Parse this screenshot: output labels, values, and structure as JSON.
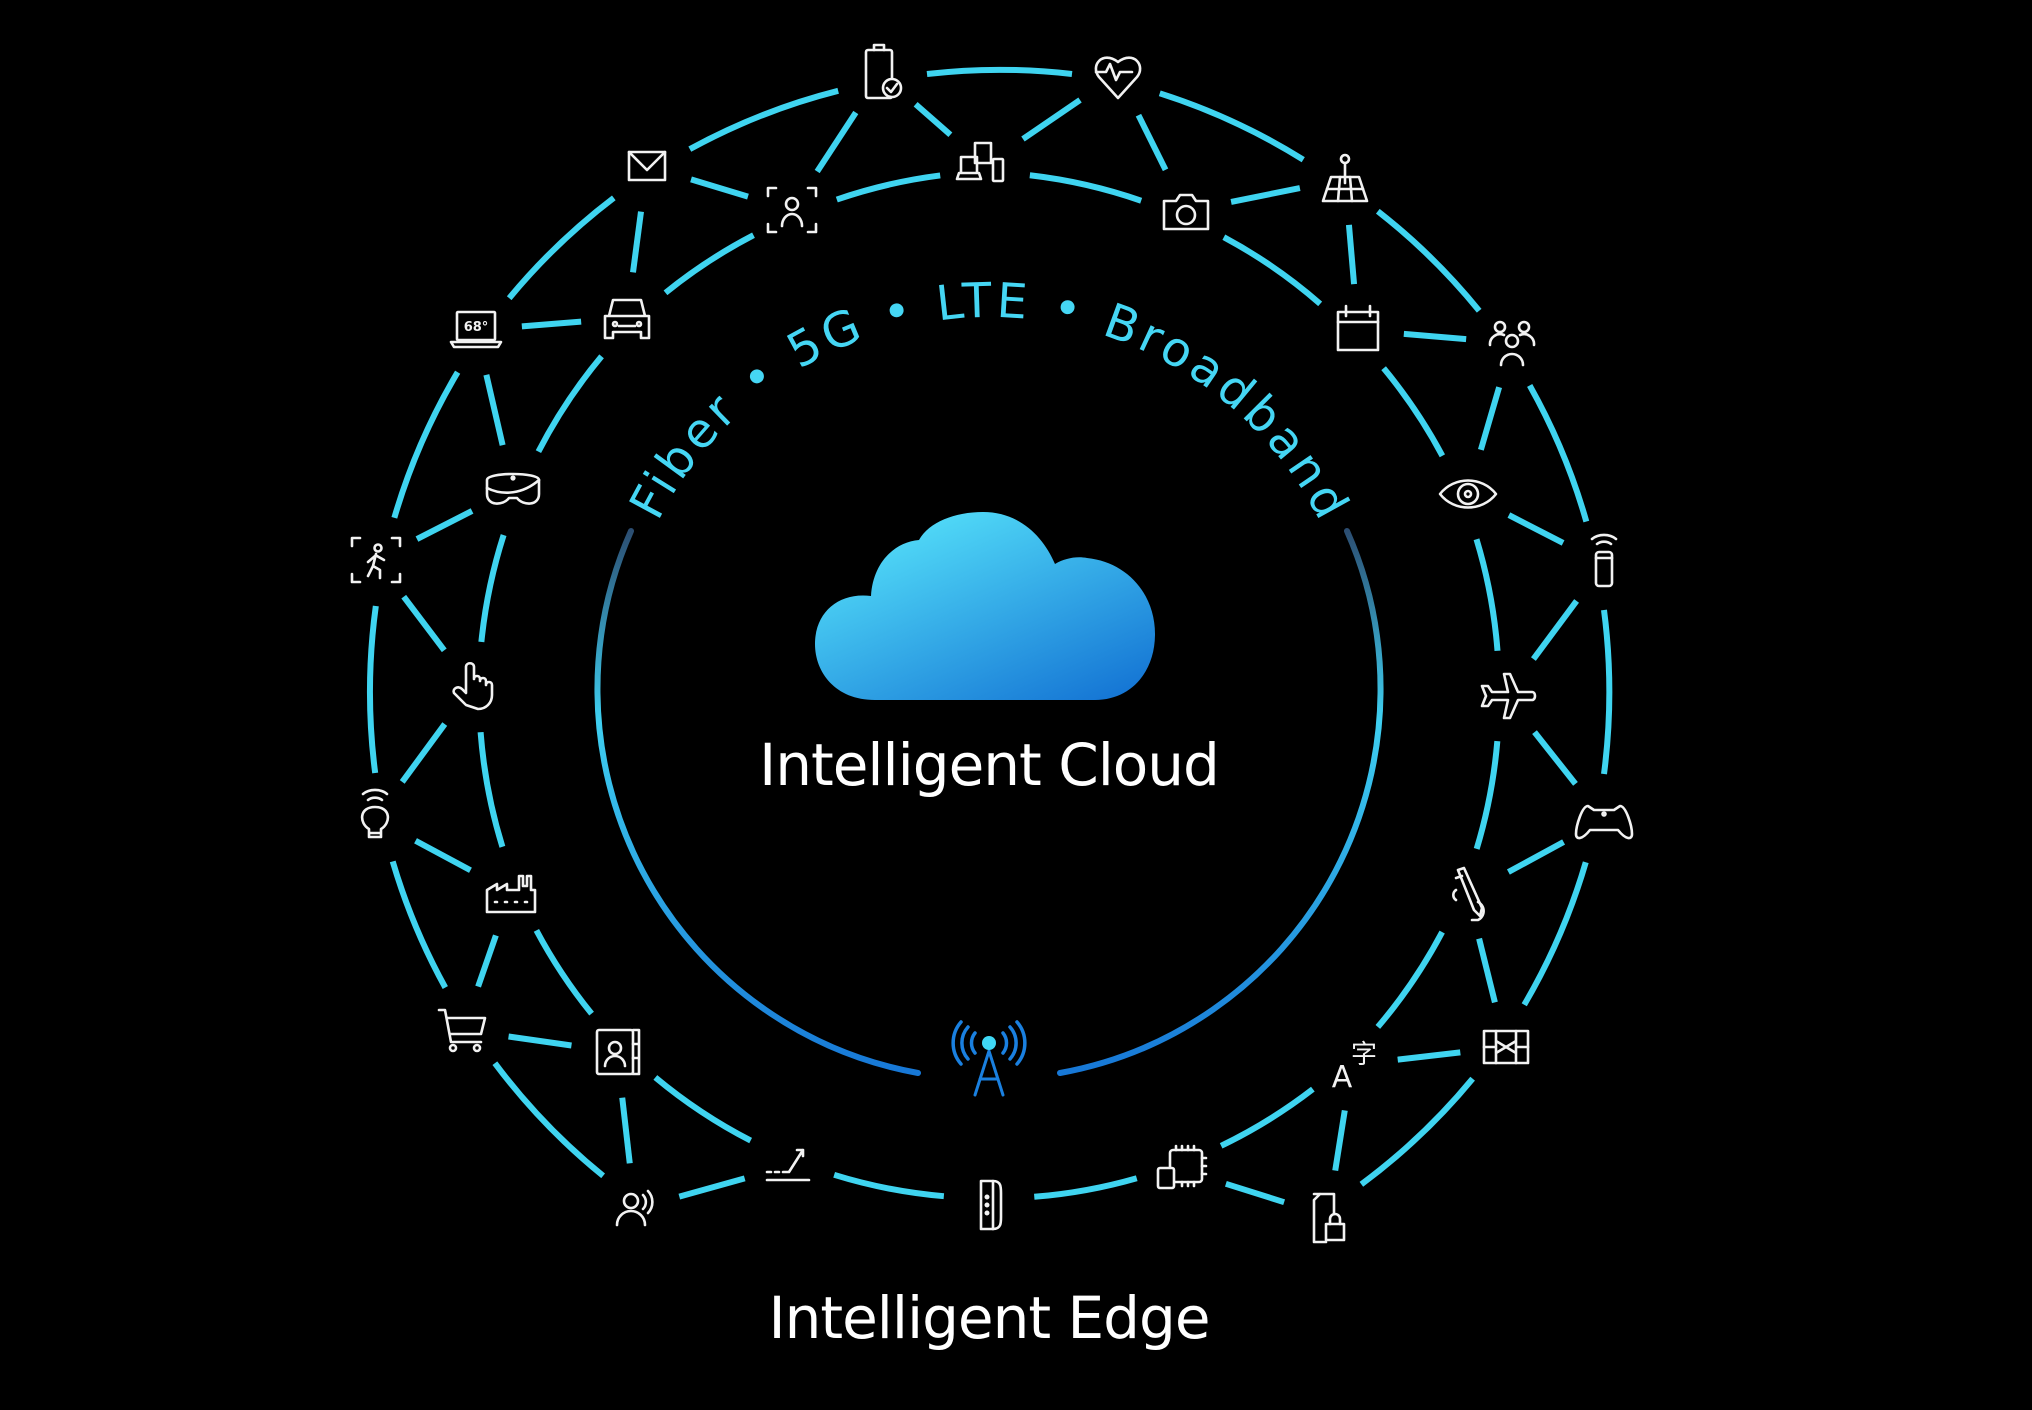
{
  "center": {
    "title": "Intelligent Cloud",
    "icon": "cloud-icon",
    "connectivity": [
      "Fiber",
      "5G",
      "LTE",
      "Broadband"
    ],
    "separator": "•"
  },
  "edge_title": "Intelligent Edge",
  "hub": {
    "icon": "cell-tower-icon"
  },
  "colors": {
    "background": "#000000",
    "link": "#3fd4f0",
    "connectivity_text": "#45d6f4",
    "cloud_light": "#52dcf8",
    "cloud_dark": "#1474d4",
    "tower": "#1a80e0",
    "icon": "#f2f2f2"
  },
  "laptop_temp_label": "68°",
  "translate_glyphs": {
    "latin": "A",
    "cjk": "字"
  },
  "nodes": {
    "outer": [
      "clipboard-check",
      "heart-pulse",
      "mail",
      "map-location",
      "laptop-weather",
      "people-group",
      "motion-detect",
      "smart-speaker",
      "smart-bulb",
      "game-controller",
      "shopping-cart",
      "folding-map",
      "voice-recognition",
      "secure-file"
    ],
    "middle": [
      "face-detect",
      "devices",
      "camera",
      "car",
      "calendar",
      "mixed-reality-headset",
      "eye",
      "touch-hand",
      "airplane",
      "factory",
      "pen-ink",
      "contact-card",
      "translate",
      "sensor-trend",
      "fitness-band",
      "chip"
    ]
  },
  "links": [
    [
      "clipboard-check",
      "heart-pulse"
    ],
    [
      "clipboard-check",
      "mail"
    ],
    [
      "heart-pulse",
      "map-location"
    ],
    [
      "mail",
      "laptop-weather"
    ],
    [
      "map-location",
      "people-group"
    ],
    [
      "laptop-weather",
      "motion-detect"
    ],
    [
      "people-group",
      "smart-speaker"
    ],
    [
      "motion-detect",
      "smart-bulb"
    ],
    [
      "smart-speaker",
      "game-controller"
    ],
    [
      "smart-bulb",
      "shopping-cart"
    ],
    [
      "game-controller",
      "folding-map"
    ],
    [
      "shopping-cart",
      "voice-recognition"
    ],
    [
      "folding-map",
      "secure-file"
    ],
    [
      "face-detect",
      "devices"
    ],
    [
      "devices",
      "camera"
    ],
    [
      "car",
      "face-detect"
    ],
    [
      "camera",
      "calendar"
    ],
    [
      "car",
      "mixed-reality-headset"
    ],
    [
      "calendar",
      "eye"
    ],
    [
      "mixed-reality-headset",
      "touch-hand"
    ],
    [
      "eye",
      "airplane"
    ],
    [
      "touch-hand",
      "factory"
    ],
    [
      "airplane",
      "pen-ink"
    ],
    [
      "factory",
      "contact-card"
    ],
    [
      "pen-ink",
      "translate"
    ],
    [
      "contact-card",
      "sensor-trend"
    ],
    [
      "translate",
      "chip"
    ],
    [
      "sensor-trend",
      "fitness-band"
    ],
    [
      "fitness-band",
      "chip"
    ],
    [
      "clipboard-check",
      "face-detect"
    ],
    [
      "clipboard-check",
      "devices"
    ],
    [
      "heart-pulse",
      "devices"
    ],
    [
      "heart-pulse",
      "camera"
    ],
    [
      "mail",
      "face-detect"
    ],
    [
      "mail",
      "car"
    ],
    [
      "map-location",
      "camera"
    ],
    [
      "map-location",
      "calendar"
    ],
    [
      "laptop-weather",
      "car"
    ],
    [
      "laptop-weather",
      "mixed-reality-headset"
    ],
    [
      "people-group",
      "calendar"
    ],
    [
      "people-group",
      "eye"
    ],
    [
      "motion-detect",
      "mixed-reality-headset"
    ],
    [
      "motion-detect",
      "touch-hand"
    ],
    [
      "smart-speaker",
      "eye"
    ],
    [
      "smart-speaker",
      "airplane"
    ],
    [
      "smart-bulb",
      "touch-hand"
    ],
    [
      "smart-bulb",
      "factory"
    ],
    [
      "game-controller",
      "airplane"
    ],
    [
      "game-controller",
      "pen-ink"
    ],
    [
      "shopping-cart",
      "factory"
    ],
    [
      "shopping-cart",
      "contact-card"
    ],
    [
      "folding-map",
      "pen-ink"
    ],
    [
      "folding-map",
      "translate"
    ],
    [
      "voice-recognition",
      "contact-card"
    ],
    [
      "voice-recognition",
      "sensor-trend"
    ],
    [
      "secure-file",
      "translate"
    ],
    [
      "secure-file",
      "chip"
    ]
  ]
}
